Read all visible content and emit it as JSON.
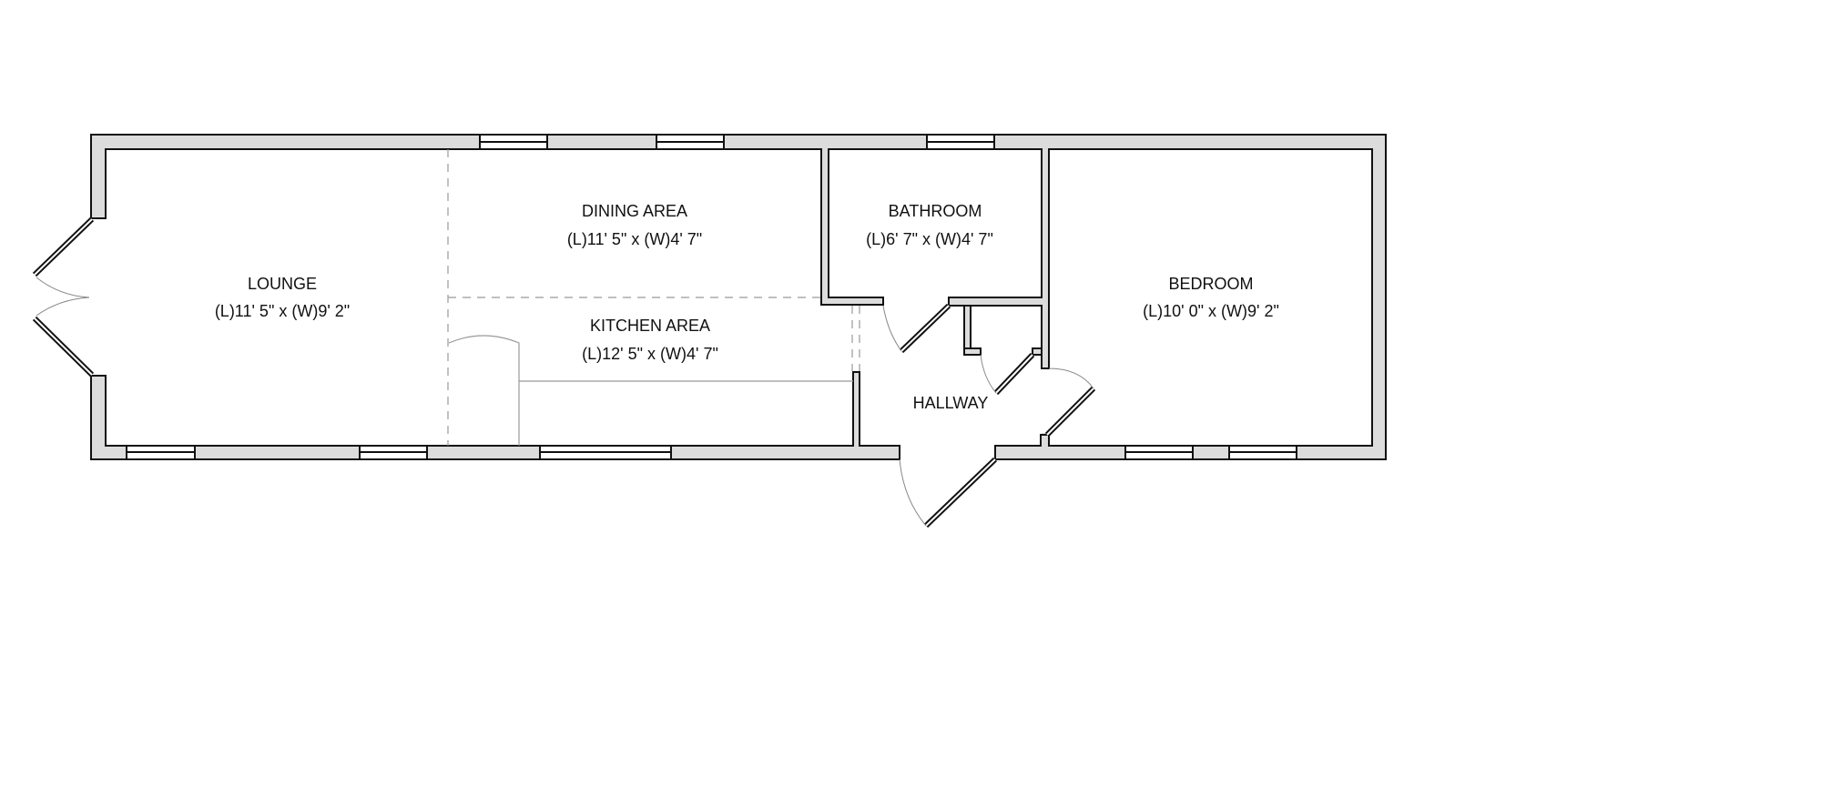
{
  "rooms": {
    "lounge": {
      "name": "LOUNGE",
      "dims": "(L)11' 5\" x (W)9' 2\""
    },
    "dining": {
      "name": "DINING AREA",
      "dims": "(L)11' 5\" x (W)4' 7\""
    },
    "kitchen": {
      "name": "KITCHEN AREA",
      "dims": "(L)12' 5\" x (W)4' 7\""
    },
    "bathroom": {
      "name": "BATHROOM",
      "dims": "(L)6' 7\" x (W)4' 7\""
    },
    "hallway": {
      "name": "HALLWAY"
    },
    "bedroom": {
      "name": "BEDROOM",
      "dims": "(L)10' 0\" x (W)9' 2\""
    }
  },
  "colors": {
    "wall_fill": "#dcdcdc",
    "line": "#111111"
  }
}
